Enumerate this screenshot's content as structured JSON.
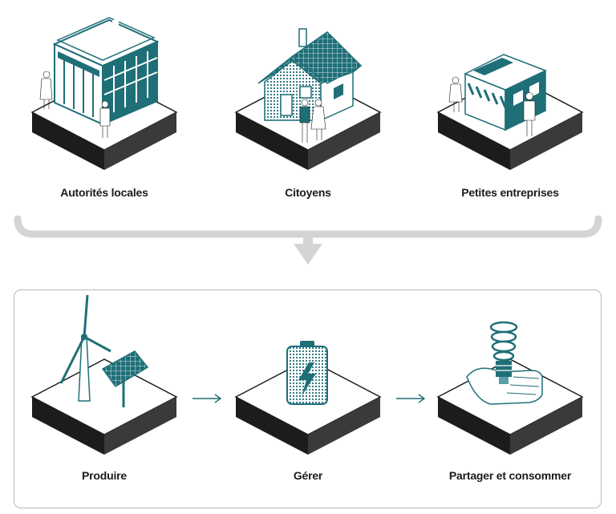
{
  "top_row": {
    "items": [
      {
        "id": "local-authorities",
        "label": "Autorités locales"
      },
      {
        "id": "citizens",
        "label": "Citoyens"
      },
      {
        "id": "small-businesses",
        "label": "Petites entreprises"
      }
    ]
  },
  "bottom_row": {
    "items": [
      {
        "id": "produce",
        "label": "Produire"
      },
      {
        "id": "manage",
        "label": "Gérer"
      },
      {
        "id": "share-consume",
        "label": "Partager et consommer"
      }
    ]
  },
  "colors": {
    "teal": "#1f6f78",
    "teal_light": "#5a9ea6",
    "tile_dark": "#1c1c1c",
    "gray_bracket": "#d4d4d4",
    "panel_border": "#b8b8b8"
  }
}
